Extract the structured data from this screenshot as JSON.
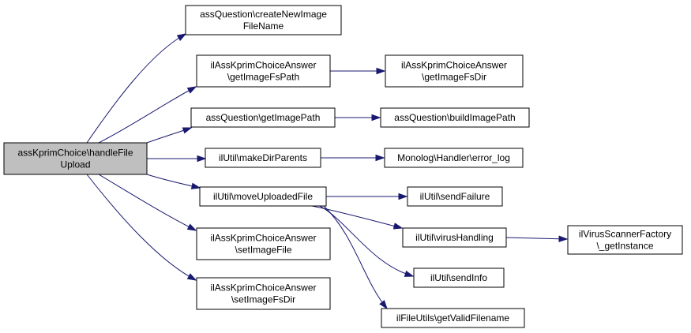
{
  "nodes": [
    {
      "id": "root",
      "lines": [
        "assKprimChoice\\handleFile",
        "Upload"
      ],
      "role": "focus"
    },
    {
      "id": "n1",
      "lines": [
        "assQuestion\\createNewImage",
        "FileName"
      ]
    },
    {
      "id": "n2",
      "lines": [
        "ilAssKprimChoiceAnswer",
        "\\getImageFsPath"
      ]
    },
    {
      "id": "n3",
      "lines": [
        "ilAssKprimChoiceAnswer",
        "\\getImageFsDir"
      ]
    },
    {
      "id": "n4",
      "lines": [
        "assQuestion\\getImagePath"
      ]
    },
    {
      "id": "n5",
      "lines": [
        "assQuestion\\buildImagePath"
      ]
    },
    {
      "id": "n6",
      "lines": [
        "ilUtil\\makeDirParents"
      ]
    },
    {
      "id": "n7",
      "lines": [
        "Monolog\\Handler\\error_log"
      ]
    },
    {
      "id": "n8",
      "lines": [
        "ilUtil\\moveUploadedFile"
      ]
    },
    {
      "id": "n9",
      "lines": [
        "ilUtil\\sendFailure"
      ]
    },
    {
      "id": "n10",
      "lines": [
        "ilUtil\\virusHandling"
      ]
    },
    {
      "id": "n11",
      "lines": [
        "ilVirusScannerFactory",
        "\\_getInstance"
      ]
    },
    {
      "id": "n12",
      "lines": [
        "ilAssKprimChoiceAnswer",
        "\\setImageFile"
      ]
    },
    {
      "id": "n13",
      "lines": [
        "ilUtil\\sendInfo"
      ]
    },
    {
      "id": "n14",
      "lines": [
        "ilAssKprimChoiceAnswer",
        "\\setImageFsDir"
      ]
    },
    {
      "id": "n15",
      "lines": [
        "ilFileUtils\\getValidFilename"
      ]
    }
  ],
  "edges": [
    {
      "from": "root",
      "to": "n1"
    },
    {
      "from": "root",
      "to": "n2"
    },
    {
      "from": "root",
      "to": "n4"
    },
    {
      "from": "root",
      "to": "n6"
    },
    {
      "from": "root",
      "to": "n8"
    },
    {
      "from": "root",
      "to": "n12"
    },
    {
      "from": "root",
      "to": "n14"
    },
    {
      "from": "n2",
      "to": "n3"
    },
    {
      "from": "n4",
      "to": "n5"
    },
    {
      "from": "n6",
      "to": "n7"
    },
    {
      "from": "n8",
      "to": "n9"
    },
    {
      "from": "n8",
      "to": "n10"
    },
    {
      "from": "n8",
      "to": "n13"
    },
    {
      "from": "n8",
      "to": "n15"
    },
    {
      "from": "n10",
      "to": "n11"
    }
  ],
  "colors": {
    "focus_fill": "#bfbfbf",
    "node_fill": "#ffffff",
    "edge": "#191970"
  }
}
